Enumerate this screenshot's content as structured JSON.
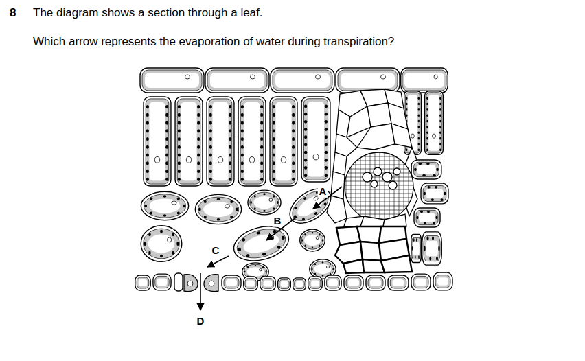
{
  "diagram": {
    "labels": [
      "8",
      "The diagram shows a section through a leaf.",
      "Which arrow represents the evaporation of water during transpiration?",
      "A",
      "B",
      "C",
      "D"
    ]
  }
}
